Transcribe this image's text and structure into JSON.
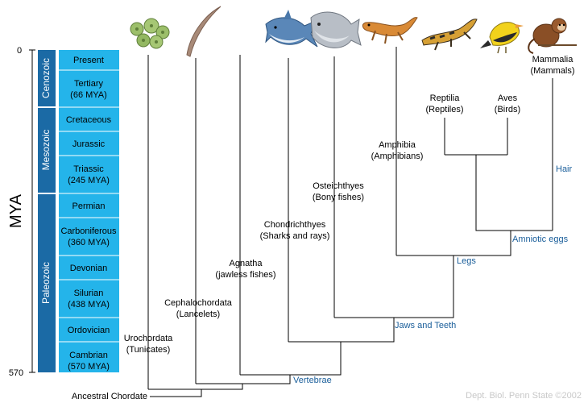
{
  "axis": {
    "label": "MYA",
    "top_tick": "0",
    "bottom_tick": "570"
  },
  "eras": [
    {
      "name": "Cenozoic"
    },
    {
      "name": "Mesozoic"
    },
    {
      "name": "Paleozoic"
    }
  ],
  "periods": [
    {
      "line1": "Present",
      "line2": ""
    },
    {
      "line1": "Tertiary",
      "line2": "(66 MYA)"
    },
    {
      "line1": "Cretaceous",
      "line2": ""
    },
    {
      "line1": "Jurassic",
      "line2": ""
    },
    {
      "line1": "Triassic",
      "line2": "(245 MYA)"
    },
    {
      "line1": "Permian",
      "line2": ""
    },
    {
      "line1": "Carboniferous",
      "line2": "(360 MYA)"
    },
    {
      "line1": "Devonian",
      "line2": ""
    },
    {
      "line1": "Silurian",
      "line2": "(438 MYA)"
    },
    {
      "line1": "Ordovician",
      "line2": ""
    },
    {
      "line1": "Cambrian",
      "line2": "(570 MYA)"
    }
  ],
  "taxa": {
    "urochordata": {
      "line1": "Urochordata",
      "line2": "(Tunicates)",
      "icon": "tunicate-icon"
    },
    "cephalochordata": {
      "line1": "Cephalochordata",
      "line2": "(Lancelets)",
      "icon": "lancelet-icon"
    },
    "agnatha": {
      "line1": "Agnatha",
      "line2": "(jawless fishes)",
      "icon": "lamprey-icon"
    },
    "chondrichthyes": {
      "line1": "Chondrichthyes",
      "line2": "(Sharks and rays)",
      "icon": "shark-icon"
    },
    "osteichthyes": {
      "line1": "Osteichthyes",
      "line2": "(Bony fishes)",
      "icon": "bony-fish-icon"
    },
    "amphibia": {
      "line1": "Amphibia",
      "line2": "(Amphibians)",
      "icon": "salamander-icon"
    },
    "reptilia": {
      "line1": "Reptilia",
      "line2": "(Reptiles)",
      "icon": "lizard-icon"
    },
    "aves": {
      "line1": "Aves",
      "line2": "(Birds)",
      "icon": "bird-icon"
    },
    "mammalia": {
      "line1": "Mammalia",
      "line2": "(Mammals)",
      "icon": "monkey-icon"
    }
  },
  "root_label": "Ancestral Chordate",
  "traits": {
    "vertebrae": "Vertebrae",
    "jaws": "Jaws and Teeth",
    "legs": "Legs",
    "amniotic": "Amniotic eggs",
    "hair": "Hair"
  },
  "credit": "Dept. Biol. Penn State ©2002",
  "colors": {
    "era_bar": "#1b6aa5",
    "period_panel": "#24b4ea",
    "trait_text": "#1a5e9a"
  }
}
